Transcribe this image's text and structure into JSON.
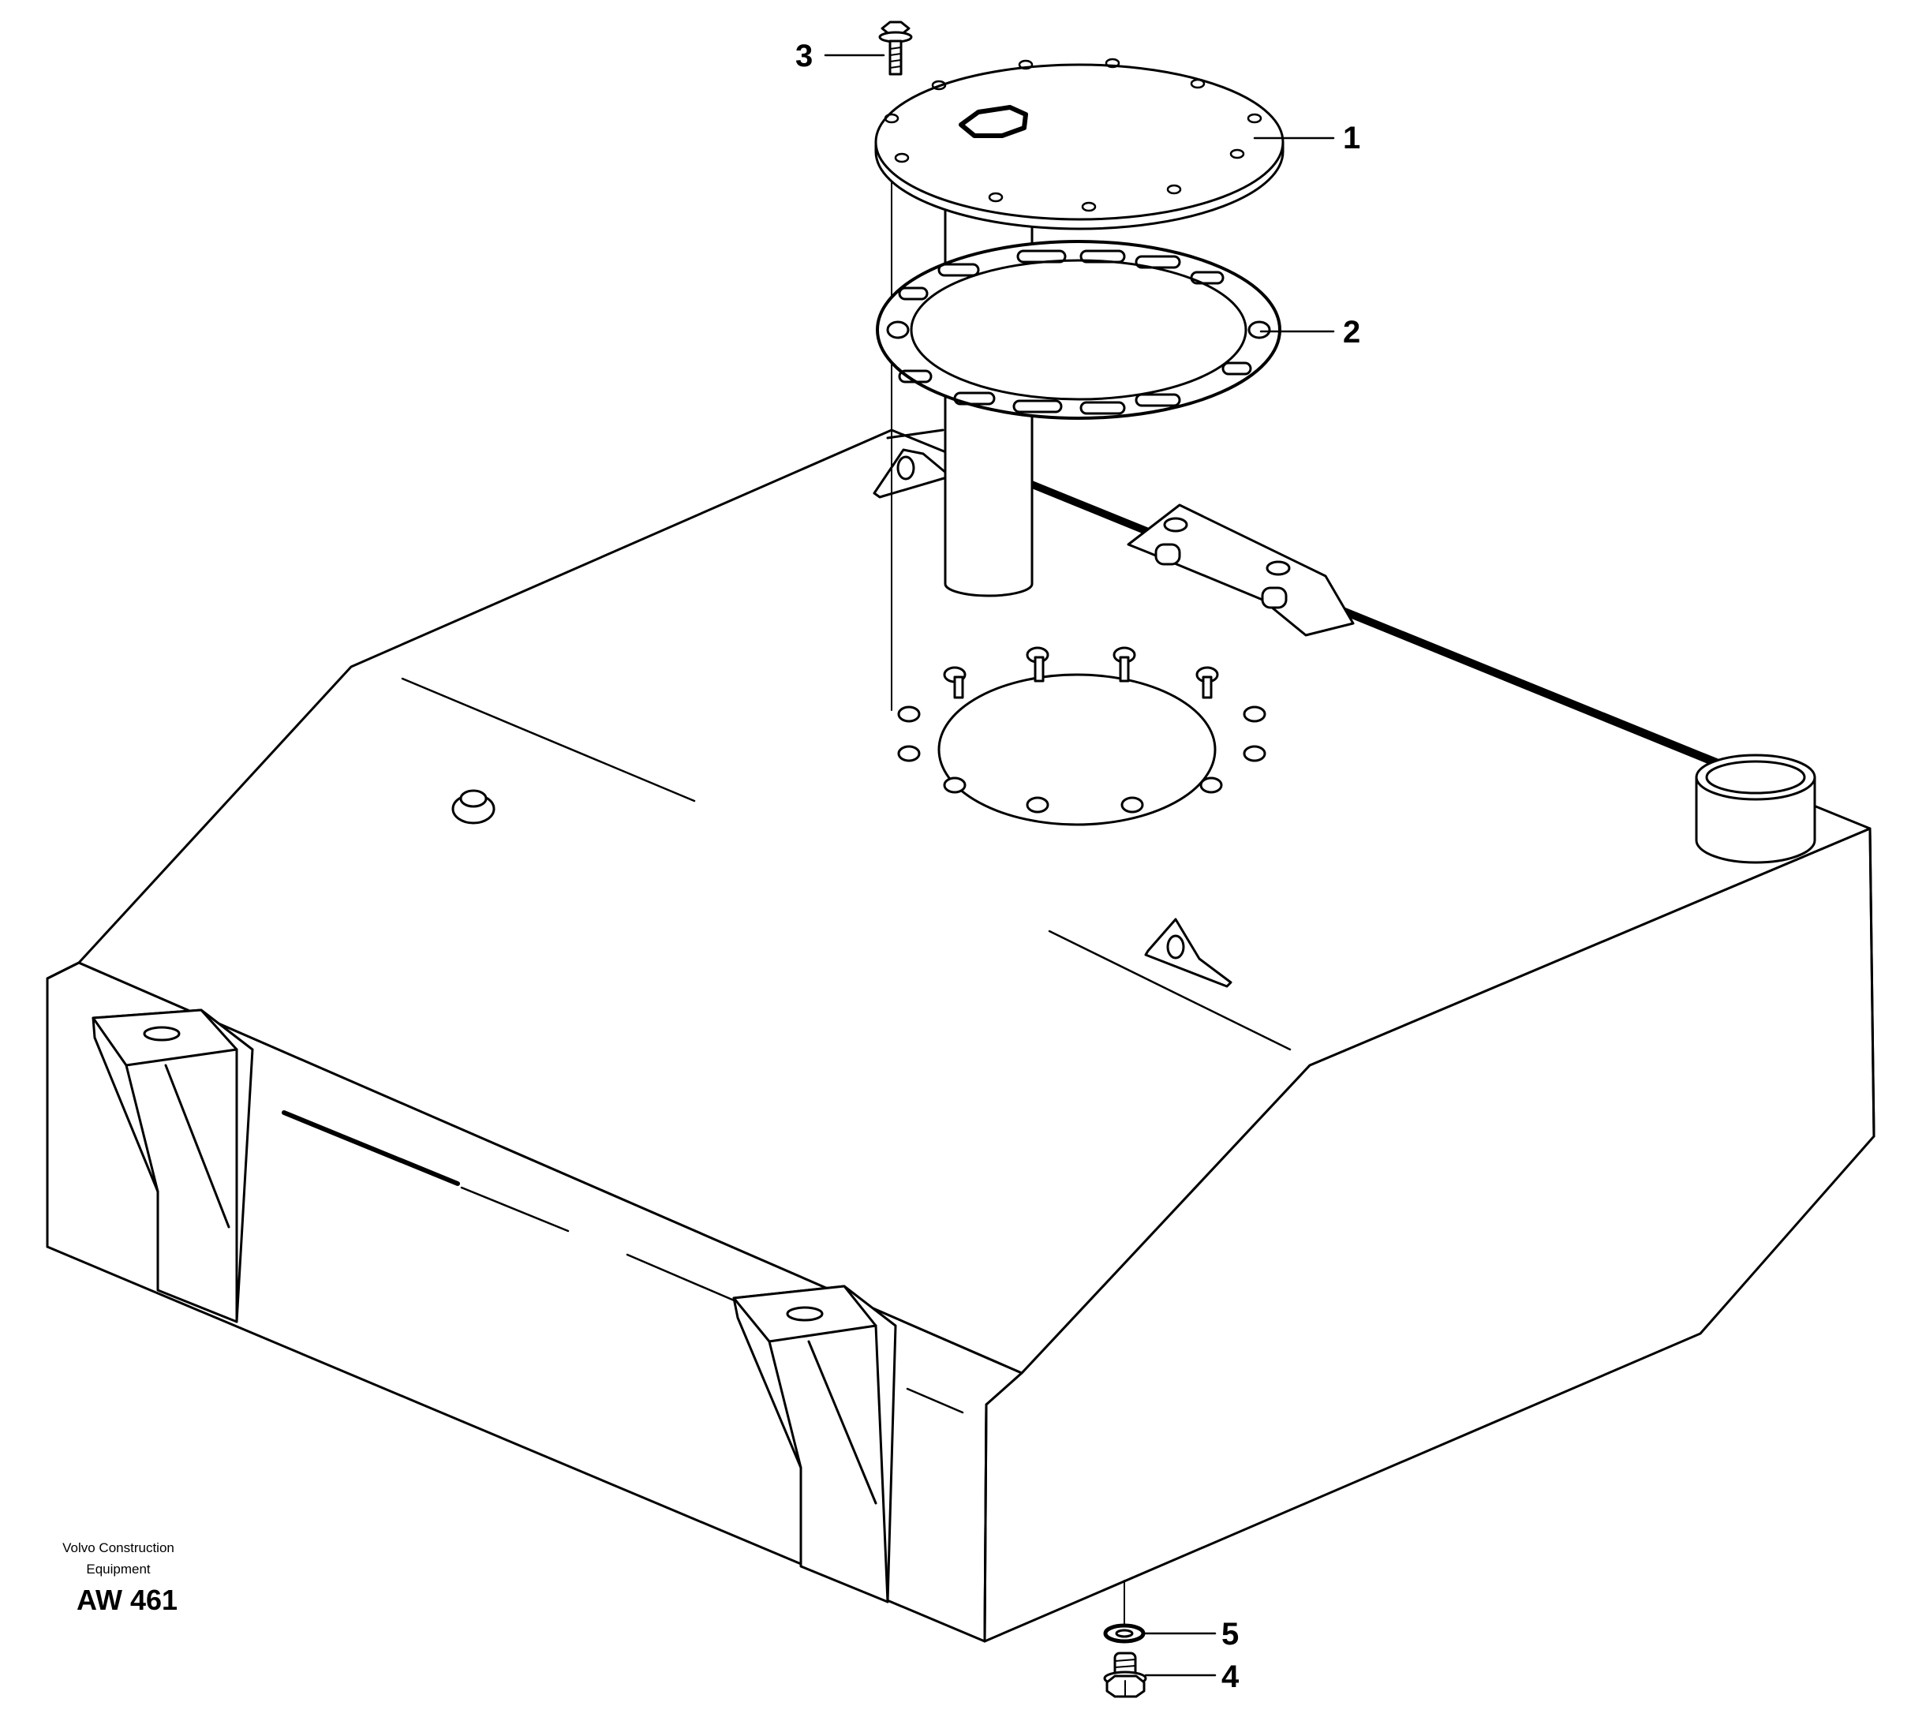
{
  "callouts": [
    {
      "number": "1",
      "part": "cover-plate"
    },
    {
      "number": "2",
      "part": "gasket"
    },
    {
      "number": "3",
      "part": "flange-screw"
    },
    {
      "number": "4",
      "part": "drain-plug"
    },
    {
      "number": "5",
      "part": "sealing-washer"
    }
  ],
  "footer": {
    "maker_line1": "Volvo Construction",
    "maker_line2": "Equipment",
    "doc_id": "AW 461"
  }
}
